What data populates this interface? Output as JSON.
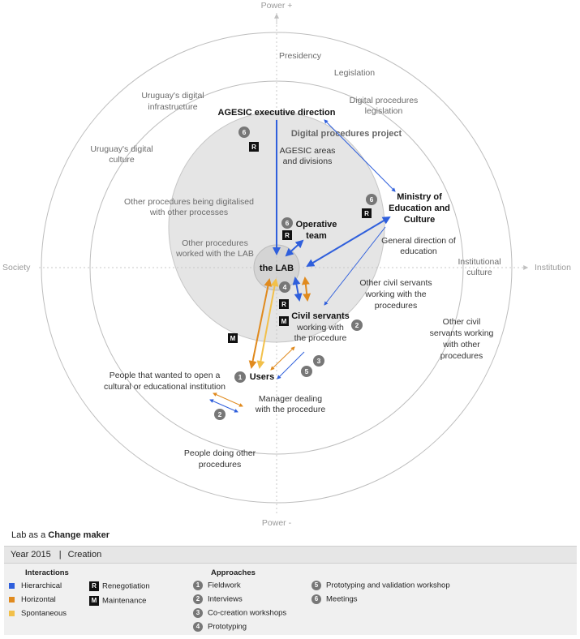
{
  "axes": {
    "top": "Power +",
    "bottom": "Power -",
    "left": "Society",
    "right": "Institution"
  },
  "outer_ring": {
    "c1": "Uruguay's digital",
    "c2": "infrastructure",
    "d1": "Uruguay's digital",
    "d2": "culture",
    "e1": "People doing other",
    "e2": "procedures",
    "presidency": "Presidency"
  },
  "middle_ring": {
    "legislation": "Legislation",
    "dp1": "Digital procedures",
    "dp2": "legislation",
    "ic1": "Institutional",
    "ic2": "culture",
    "ocs1": "Other civil",
    "ocs2": "servants working",
    "ocs3": "with other",
    "ocs4": "procedures"
  },
  "inner": {
    "project": "Digital procedures project",
    "op1": "Other procedures being digitalised",
    "op2": "with other processes",
    "ow1": "Other procedures",
    "ow2": "worked with the LAB",
    "gd1": "General direction of",
    "gd2": "education",
    "cs1": "Other civil servants",
    "cs2": "working with the",
    "cs3": "procedures",
    "areas1": "AGESIC areas",
    "areas2": "and divisions"
  },
  "actors": {
    "agesic": "AGESIC executive direction",
    "min1": "Ministry of",
    "min2": "Education and",
    "min3": "Culture",
    "op1": "Operative",
    "op2": "team",
    "lab": "the LAB",
    "civ": "Civil servants",
    "civ2": "working with",
    "civ3": "the procedure",
    "users": "Users",
    "people1": "People that wanted to open a",
    "people2": "cultural or educational institution",
    "manager1": "Manager dealing",
    "manager2": "with the procedure"
  },
  "badges": {
    "b1": "6",
    "b2": "6",
    "b3": "6",
    "b4": "4",
    "b5": "2",
    "b6": "3",
    "b7": "5",
    "b8": "1",
    "b9": "2"
  },
  "boxes": {
    "r1": "R",
    "r2": "R",
    "r3": "R",
    "r4": "R",
    "m1": "M",
    "m2": "M"
  },
  "colors": {
    "hierarchical": "#2f5fdc",
    "horizontal": "#e08a1e",
    "spontaneous": "#f2c04a"
  },
  "legend": {
    "title_prefix": "Lab as a ",
    "title_bold": "Change maker",
    "year": "Year 2015",
    "sep": "|",
    "phase": "Creation",
    "interactions_head": "Interactions",
    "interactions": [
      "Hierarchical",
      "Horizontal",
      "Spontaneous"
    ],
    "renegotiation": "Renegotiation",
    "maintenance": "Maintenance",
    "r": "R",
    "m": "M",
    "approaches_head": "Approaches",
    "approaches": [
      {
        "n": "1",
        "label": "Fieldwork"
      },
      {
        "n": "2",
        "label": "Interviews"
      },
      {
        "n": "3",
        "label": "Co-creation workshops"
      },
      {
        "n": "4",
        "label": "Prototyping"
      },
      {
        "n": "5",
        "label": "Prototyping and validation workshop"
      },
      {
        "n": "6",
        "label": "Meetings"
      }
    ]
  }
}
